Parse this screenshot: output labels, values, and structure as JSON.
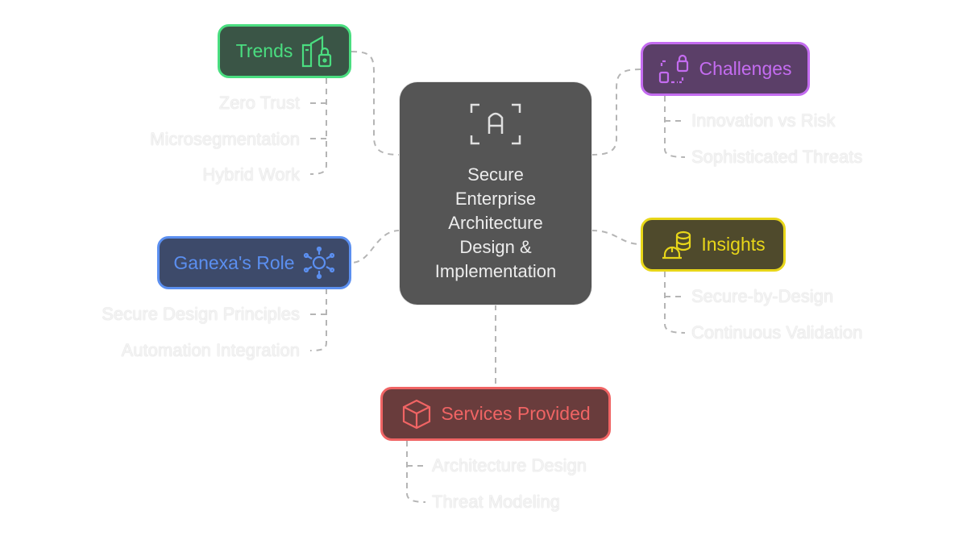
{
  "center": {
    "title": "Secure Enterprise Architecture Design & Implementation",
    "lines": [
      "Secure",
      "Enterprise",
      "Architecture",
      "Design &",
      "Implementation"
    ],
    "icon": "letter-a-frame-icon"
  },
  "branches": {
    "trends": {
      "label": "Trends",
      "icon": "buildings-lock-icon",
      "color": "#4ade80",
      "fill": "#3a5546",
      "items": [
        "Zero Trust",
        "Microsegmentation",
        "Hybrid Work"
      ]
    },
    "challenges": {
      "label": "Challenges",
      "icon": "dashed-lock-icon",
      "color": "#c46cf0",
      "fill": "#5b3f68",
      "items": [
        "Innovation vs Risk",
        "Sophisticated Threats"
      ]
    },
    "insights": {
      "label": "Insights",
      "icon": "hardhat-database-icon",
      "color": "#e8d619",
      "fill": "#4f4a2c",
      "items": [
        "Secure-by-Design",
        "Continuous Validation"
      ]
    },
    "role": {
      "label": "Ganexa's Role",
      "icon": "gear-network-icon",
      "color": "#5b8ff0",
      "fill": "#3d4a6a",
      "items": [
        "Secure Design Principles",
        "Automation Integration"
      ]
    },
    "services": {
      "label": "Services Provided",
      "icon": "box-icon",
      "color": "#f06464",
      "fill": "#693c3c",
      "items": [
        "Architecture Design",
        "Threat Modeling"
      ]
    }
  }
}
